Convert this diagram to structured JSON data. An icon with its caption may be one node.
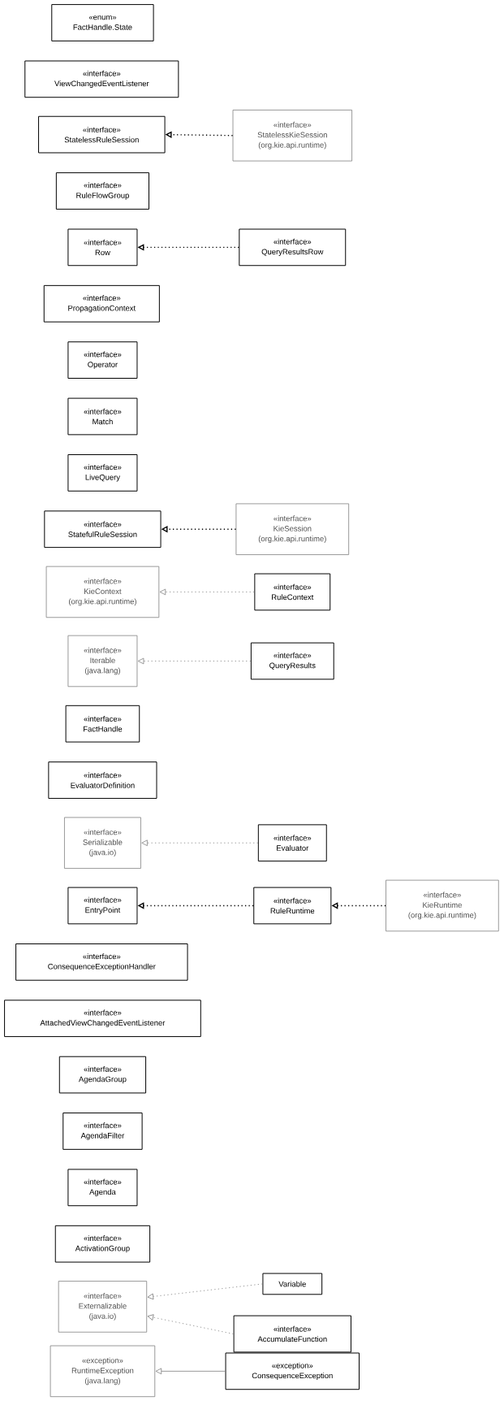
{
  "diagram": {
    "nodes": [
      {
        "text": [
          "«enum»",
          "FactHandle.State"
        ]
      },
      {
        "text": [
          "«interface»",
          "ViewChangedEventListener"
        ]
      },
      {
        "text": [
          "«interface»",
          "StatelessRuleSession"
        ]
      },
      {
        "text": [
          "«interface»",
          "StatelessKieSession",
          "(org.kie.api.runtime)"
        ]
      },
      {
        "text": [
          "«interface»",
          "RuleFlowGroup"
        ]
      },
      {
        "text": [
          "«interface»",
          "Row"
        ]
      },
      {
        "text": [
          "«interface»",
          "QueryResultsRow"
        ]
      },
      {
        "text": [
          "«interface»",
          "PropagationContext"
        ]
      },
      {
        "text": [
          "«interface»",
          "Operator"
        ]
      },
      {
        "text": [
          "«interface»",
          "Match"
        ]
      },
      {
        "text": [
          "«interface»",
          "LiveQuery"
        ]
      },
      {
        "text": [
          "«interface»",
          "StatefulRuleSession"
        ]
      },
      {
        "text": [
          "«interface»",
          "KieSession",
          "(org.kie.api.runtime)"
        ]
      },
      {
        "text": [
          "«interface»",
          "KieContext",
          "(org.kie.api.runtime)"
        ]
      },
      {
        "text": [
          "«interface»",
          "RuleContext"
        ]
      },
      {
        "text": [
          "«interface»",
          "Iterable",
          "(java.lang)"
        ]
      },
      {
        "text": [
          "«interface»",
          "QueryResults"
        ]
      },
      {
        "text": [
          "«interface»",
          "FactHandle"
        ]
      },
      {
        "text": [
          "«interface»",
          "EvaluatorDefinition"
        ]
      },
      {
        "text": [
          "«interface»",
          "Serializable",
          "(java.io)"
        ]
      },
      {
        "text": [
          "«interface»",
          "Evaluator"
        ]
      },
      {
        "text": [
          "«interface»",
          "EntryPoint"
        ]
      },
      {
        "text": [
          "«interface»",
          "RuleRuntime"
        ]
      },
      {
        "text": [
          "«interface»",
          "KieRuntime",
          "(org.kie.api.runtime)"
        ]
      },
      {
        "text": [
          "«interface»",
          "ConsequenceExceptionHandler"
        ]
      },
      {
        "text": [
          "«interface»",
          "AttachedViewChangedEventListener"
        ]
      },
      {
        "text": [
          "«interface»",
          "AgendaGroup"
        ]
      },
      {
        "text": [
          "«interface»",
          "AgendaFilter"
        ]
      },
      {
        "text": [
          "«interface»",
          "Agenda"
        ]
      },
      {
        "text": [
          "«interface»",
          "ActivationGroup"
        ]
      },
      {
        "text": [
          "«interface»",
          "Externalizable",
          "(java.io)"
        ]
      },
      {
        "text": [
          "Variable"
        ]
      },
      {
        "text": [
          "«interface»",
          "AccumulateFunction"
        ]
      },
      {
        "text": [
          "«exception»",
          "RuntimeException",
          "(java.lang)"
        ]
      },
      {
        "text": [
          "«exception»",
          "ConsequenceException"
        ]
      }
    ],
    "edges": [
      {
        "from": 3,
        "to": 2,
        "arrow": "to",
        "style": "dashed",
        "color": "#000000"
      },
      {
        "from": 6,
        "to": 5,
        "arrow": "to",
        "style": "dashed",
        "color": "#000000"
      },
      {
        "from": 12,
        "to": 11,
        "arrow": "to",
        "style": "dashed",
        "color": "#000000"
      },
      {
        "from": 14,
        "to": 13,
        "arrow": "to",
        "style": "dashed",
        "color": "#808080"
      },
      {
        "from": 16,
        "to": 15,
        "arrow": "to",
        "style": "dashed",
        "color": "#808080"
      },
      {
        "from": 20,
        "to": 19,
        "arrow": "to",
        "style": "dashed",
        "color": "#808080"
      },
      {
        "from": 22,
        "to": 21,
        "arrow": "to",
        "style": "dashed",
        "color": "#000000"
      },
      {
        "from": 23,
        "to": 22,
        "arrow": "to",
        "style": "dashed",
        "color": "#000000"
      },
      {
        "from": 31,
        "to": 30,
        "arrow": "to",
        "style": "dashed",
        "color": "#808080"
      },
      {
        "from": 32,
        "to": 30,
        "arrow": "to",
        "style": "dashed",
        "color": "#808080"
      },
      {
        "from": 34,
        "to": 33,
        "arrow": "to",
        "color": "#808080"
      }
    ]
  }
}
